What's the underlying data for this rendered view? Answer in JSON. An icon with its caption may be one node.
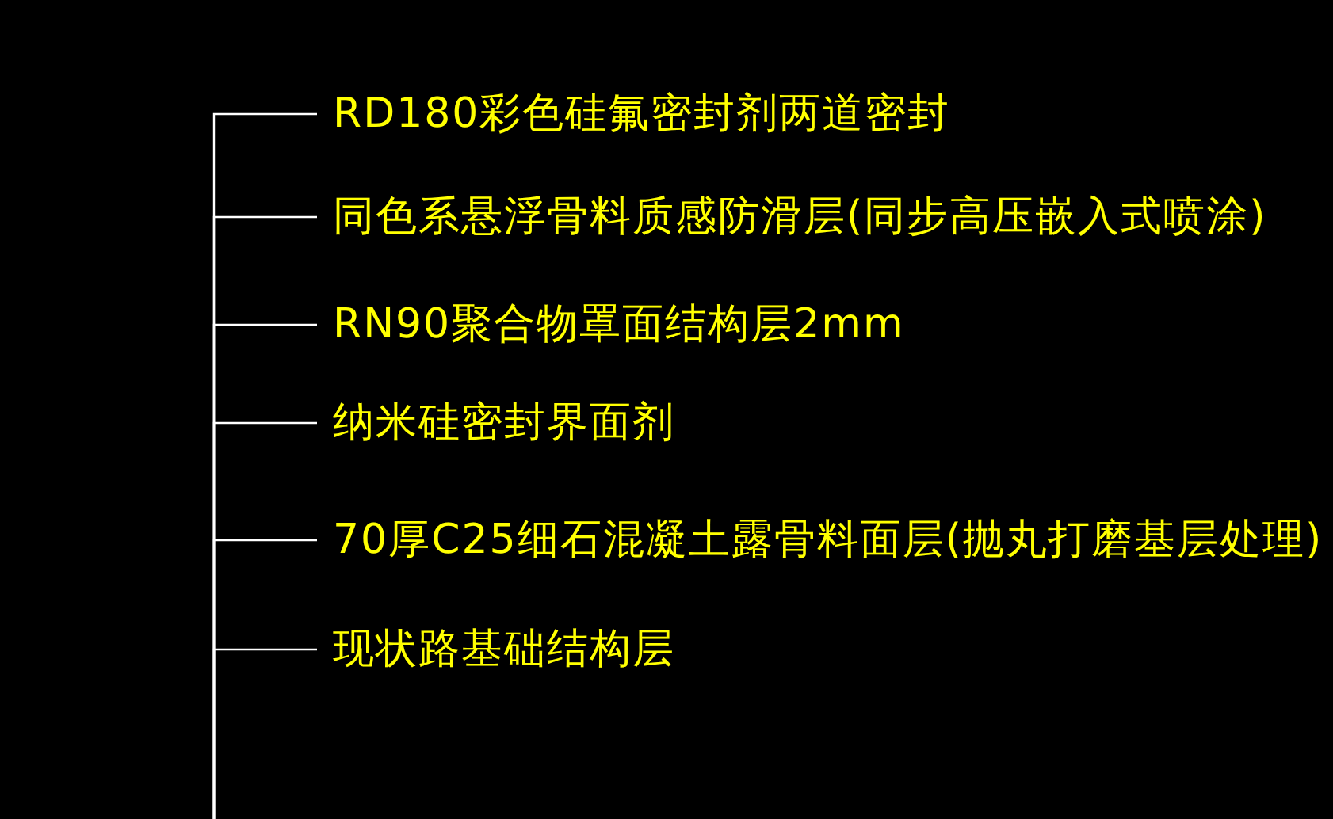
{
  "diagram": {
    "nodes": [
      {
        "text": [
          "RD180彩色硅氟密封剂两道密封"
        ]
      },
      {
        "text": [
          "同色系悬浮骨料质感防滑层(同步高压嵌入式喷涂)"
        ]
      },
      {
        "text": [
          "RN90聚合物罩面结构层2mm"
        ]
      },
      {
        "text": [
          "纳米硅密封界面剂"
        ]
      },
      {
        "text": [
          "70厚C25细石混凝土露骨料面层(抛丸打磨基层处理)"
        ]
      },
      {
        "text": [
          "现状路基础结构层"
        ]
      }
    ],
    "edges": [
      {
        "from": 0,
        "to": null,
        "arrow": "none"
      },
      {
        "from": 1,
        "to": null,
        "arrow": "none"
      },
      {
        "from": 2,
        "to": null,
        "arrow": "none"
      },
      {
        "from": 3,
        "to": null,
        "arrow": "none"
      },
      {
        "from": 4,
        "to": null,
        "arrow": "none"
      },
      {
        "from": 5,
        "to": null,
        "arrow": "none"
      }
    ]
  }
}
